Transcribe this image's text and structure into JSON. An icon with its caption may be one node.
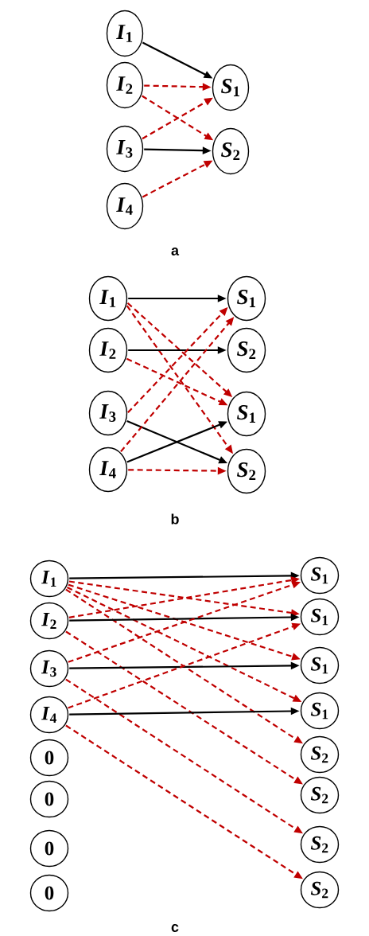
{
  "diagram": {
    "nodes": [
      {
        "text": [
          "*I*$_{1}$"
        ]
      },
      {
        "text": [
          "*I*$_{2}$"
        ]
      },
      {
        "text": [
          "*I*$_{3}$"
        ]
      },
      {
        "text": [
          "*I*$_{4}$"
        ]
      },
      {
        "text": [
          "*S*$_{1}$"
        ]
      },
      {
        "text": [
          "*S*$_{2}$"
        ]
      },
      {
        "text": [
          "*I*$_{1}$"
        ]
      },
      {
        "text": [
          "*I*$_{2}$"
        ]
      },
      {
        "text": [
          "*I*$_{3}$"
        ]
      },
      {
        "text": [
          "*I*$_{4}$"
        ]
      },
      {
        "text": [
          "*S*$_{1}$"
        ]
      },
      {
        "text": [
          "*S*$_{2}$"
        ]
      },
      {
        "text": [
          "*S*$_{1}$"
        ]
      },
      {
        "text": [
          "*S*$_{2}$"
        ]
      },
      {
        "text": [
          "*I*$_{1}$"
        ]
      },
      {
        "text": [
          "*I*$_{2}$"
        ]
      },
      {
        "text": [
          "*I*$_{3}$"
        ]
      },
      {
        "text": [
          "*I*$_{4}$"
        ]
      },
      {
        "text": [
          "0"
        ]
      },
      {
        "text": [
          "0"
        ]
      },
      {
        "text": [
          "0"
        ]
      },
      {
        "text": [
          "0"
        ]
      },
      {
        "text": [
          "*S*$_{1}$"
        ]
      },
      {
        "text": [
          "*S*$_{1}$"
        ]
      },
      {
        "text": [
          "*S*$_{1}$"
        ]
      },
      {
        "text": [
          "*S*$_{1}$"
        ]
      },
      {
        "text": [
          "*S*$_{2}$"
        ]
      },
      {
        "text": [
          "*S*$_{2}$"
        ]
      },
      {
        "text": [
          "*S*$_{2}$"
        ]
      },
      {
        "text": [
          "*S*$_{2}$"
        ]
      }
    ],
    "edges": [
      {
        "from": 0,
        "to": 4,
        "arrow": "to",
        "color": "#000000"
      },
      {
        "from": 1,
        "to": 4,
        "arrow": "to",
        "style": "dashed"
      },
      {
        "from": 1,
        "to": 5,
        "arrow": "to",
        "style": "dashed"
      },
      {
        "from": 2,
        "to": 4,
        "arrow": "to",
        "style": "dashed"
      },
      {
        "from": 2,
        "to": 5,
        "arrow": "to",
        "color": "#000000"
      },
      {
        "from": 3,
        "to": 5,
        "arrow": "to",
        "style": "dashed"
      },
      {
        "from": 6,
        "to": 10,
        "arrow": "to",
        "color": "#000000"
      },
      {
        "from": 6,
        "to": 12,
        "arrow": "to",
        "style": "dashed"
      },
      {
        "from": 6,
        "to": 13,
        "arrow": "to",
        "style": "dashed"
      },
      {
        "from": 7,
        "to": 11,
        "arrow": "to",
        "color": "#000000"
      },
      {
        "from": 7,
        "to": 12,
        "arrow": "to",
        "style": "dashed"
      },
      {
        "from": 8,
        "to": 10,
        "arrow": "to",
        "style": "dashed"
      },
      {
        "from": 8,
        "to": 13,
        "arrow": "to",
        "color": "#000000"
      },
      {
        "from": 9,
        "to": 10,
        "arrow": "to",
        "style": "dashed"
      },
      {
        "from": 9,
        "to": 12,
        "arrow": "to",
        "color": "#000000"
      },
      {
        "from": 9,
        "to": 13,
        "arrow": "to",
        "style": "dashed"
      },
      {
        "from": 14,
        "to": 22,
        "arrow": "to",
        "color": "#000000"
      },
      {
        "from": 14,
        "to": 23,
        "arrow": "to",
        "style": "dashed"
      },
      {
        "from": 14,
        "to": 24,
        "arrow": "to",
        "style": "dashed"
      },
      {
        "from": 14,
        "to": 25,
        "arrow": "to",
        "style": "dashed"
      },
      {
        "from": 14,
        "to": 26,
        "arrow": "to",
        "style": "dashed"
      },
      {
        "from": 15,
        "to": 22,
        "arrow": "to",
        "style": "dashed"
      },
      {
        "from": 15,
        "to": 23,
        "arrow": "to",
        "color": "#000000"
      },
      {
        "from": 15,
        "to": 27,
        "arrow": "to",
        "style": "dashed"
      },
      {
        "from": 16,
        "to": 22,
        "arrow": "to",
        "style": "dashed"
      },
      {
        "from": 16,
        "to": 24,
        "arrow": "to",
        "color": "#000000"
      },
      {
        "from": 16,
        "to": 28,
        "arrow": "to",
        "style": "dashed"
      },
      {
        "from": 17,
        "to": 23,
        "arrow": "to",
        "style": "dashed"
      },
      {
        "from": 17,
        "to": 25,
        "arrow": "to",
        "color": "#000000"
      },
      {
        "from": 17,
        "to": 29,
        "arrow": "to",
        "style": "dashed"
      }
    ],
    "labels": [
      "a",
      "b",
      "c"
    ]
  }
}
